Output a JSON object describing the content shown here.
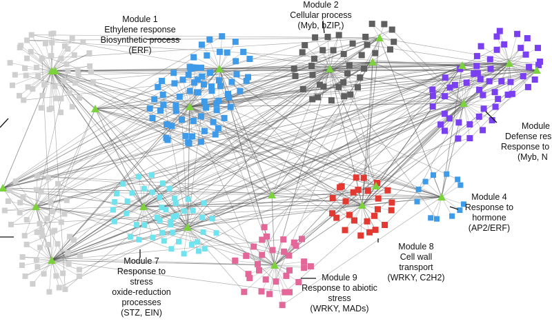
{
  "modules": [
    {
      "id": "m1",
      "lines": [
        "Module 1",
        "Ethylene response",
        "Biosynthetic process",
        "(ERF)"
      ]
    },
    {
      "id": "m2",
      "lines": [
        "Module 2",
        "Cellular process",
        "(Myb, bZIP,)"
      ]
    },
    {
      "id": "m6",
      "lines": [
        "Module",
        "Defense res",
        "Response to",
        "(Myb, N"
      ]
    },
    {
      "id": "m4",
      "lines": [
        "Module 4",
        "Response to",
        "hormone",
        "(AP2/ERF)"
      ]
    },
    {
      "id": "m8",
      "lines": [
        "Module 8",
        "Cell wall",
        "transport",
        "(WRKY, C2H2)"
      ]
    },
    {
      "id": "m9",
      "lines": [
        "Module 9",
        "Response to abiotic",
        "stress",
        "(WRKY, MADs)"
      ]
    },
    {
      "id": "m7",
      "lines": [
        "Module 7",
        "Response to",
        "stress",
        "oxide-reduction",
        "processes",
        "(STZ, EIN)"
      ]
    }
  ],
  "colors": {
    "light_gray": "#cfcfcf",
    "blue": "#3d9be9",
    "dark_gray": "#5f5f5f",
    "purple": "#7a3ff0",
    "cyan": "#6fe3ee",
    "pink": "#e4679a",
    "red": "#e23a32",
    "hub": "#7cd23c",
    "edge": "#6b6b6b"
  }
}
